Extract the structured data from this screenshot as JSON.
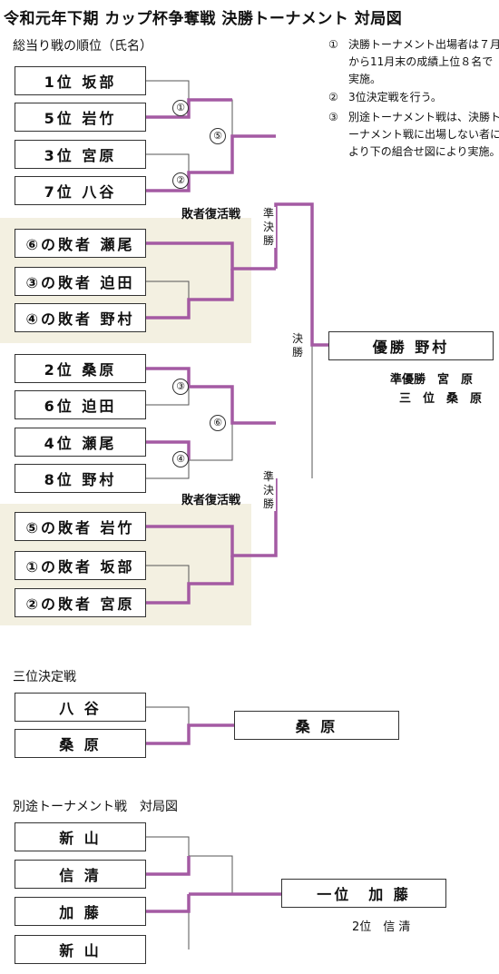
{
  "title": "令和元年下期 カップ杯争奪戦 決勝トーナメント 対局図",
  "ranking_label": "総当り戦の順位（氏名）",
  "notes": [
    {
      "num": "①",
      "text": "決勝トーナメント出場者は７月から11月末の成績上位８名で実施。"
    },
    {
      "num": "②",
      "text": "3位決定戦を行う。"
    },
    {
      "num": "③",
      "text": "別途トーナメント戦は、決勝トーナメント戦に出場しない者により下の組合せ図により実施。"
    }
  ],
  "bracket_top": [
    "1位 坂部",
    "5位 岩竹",
    "3位 宮原",
    "7位 八谷"
  ],
  "repechage_label_1": "敗者復活戦",
  "repechage_1": [
    "⑥の敗者 瀬尾",
    "③の敗者 迫田",
    "④の敗者 野村"
  ],
  "bracket_bottom": [
    "2位 桑原",
    "6位 迫田",
    "4位 瀬尾",
    "8位 野村"
  ],
  "repechage_label_2": "敗者復活戦",
  "repechage_2": [
    "⑤の敗者 岩竹",
    "①の敗者 坂部",
    "②の敗者 宮原"
  ],
  "match_numbers": {
    "m1": "①",
    "m2": "②",
    "m3": "③",
    "m4": "④",
    "m5": "⑤",
    "m6": "⑥"
  },
  "semifinal_label": [
    "準",
    "決",
    "勝"
  ],
  "final_label": [
    "決",
    "勝"
  ],
  "champion": "優勝 野村",
  "runner_up": "準優勝　宮　原",
  "third_place": "三　位　桑　原",
  "third_place_match": {
    "label": "三位決定戦",
    "players": [
      "八 谷",
      "桑 原"
    ],
    "winner": "桑 原"
  },
  "separate_tournament": {
    "label": "別途トーナメント戦　対局図",
    "players": [
      "新 山",
      "信 清",
      "加 藤",
      "新 山"
    ],
    "winner": "一位　加 藤",
    "second": "2位　信 清"
  },
  "colors": {
    "winner_line": "#a45aa3",
    "line": "#555555",
    "shade": "#f3f0e1"
  }
}
